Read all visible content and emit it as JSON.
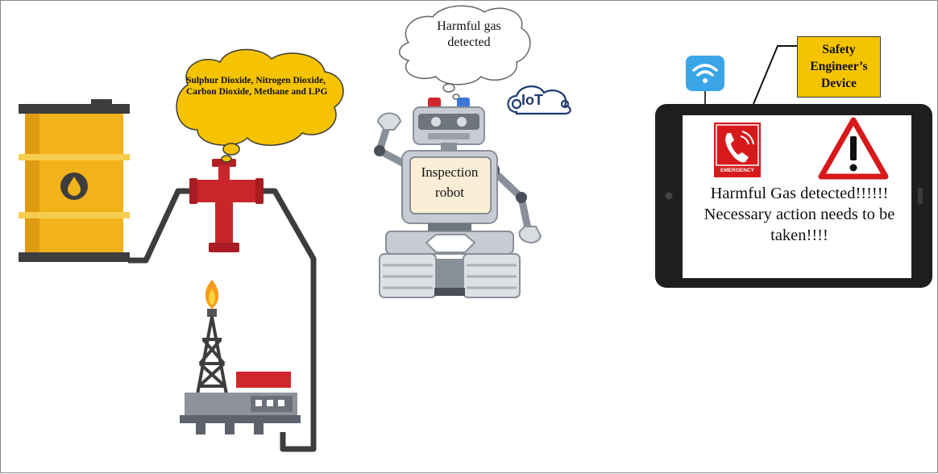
{
  "gas_cloud": {
    "text": "Sulphur Dioxide, Nitrogen Dioxide, Carbon Dioxide, Methane and LPG",
    "fill": "#f6c300"
  },
  "robot_thought": {
    "text": "Harmful gas detected"
  },
  "iot_logo": {
    "text": "IoT"
  },
  "robot": {
    "label": "Inspection robot"
  },
  "device": {
    "title": "Safety Engineer’s Device",
    "alert": "Harmful Gas detected!!!!!! Necessary action needs to be taken!!!!",
    "emergency_label": "EMERGENCY",
    "wifi_color": "#3aa6e8",
    "alert_color": "#d7191c"
  },
  "colors": {
    "barrel": "#f2b21b",
    "valve": "#c8262b",
    "pipe": "#3d3d3d"
  }
}
